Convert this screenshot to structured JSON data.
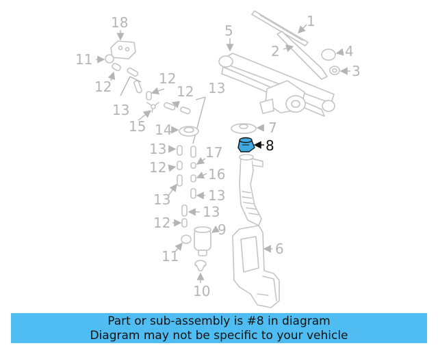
{
  "callouts": {
    "c1": "1",
    "c2": "2",
    "c3": "3",
    "c4": "4",
    "c5": "5",
    "c6": "6",
    "c7": "7",
    "c8": "8",
    "c9": "9",
    "c10": "10",
    "c11a": "11",
    "c11b": "11",
    "c12a": "12",
    "c12b": "12",
    "c12c": "12",
    "c12d": "12",
    "c12e": "12",
    "c13a": "13",
    "c13b": "13",
    "c13c": "13",
    "c13d": "13",
    "c13e": "13",
    "c13f": "13",
    "c14": "14",
    "c15": "15",
    "c16": "16",
    "c17": "17",
    "c18": "18"
  },
  "highlight": {
    "part": "8",
    "color": "#3fa9e0"
  },
  "banner": {
    "line1": "Part or sub-assembly is #8 in diagram",
    "line2": "Diagram may not be specific to your vehicle",
    "color": "#4fbdf2"
  }
}
